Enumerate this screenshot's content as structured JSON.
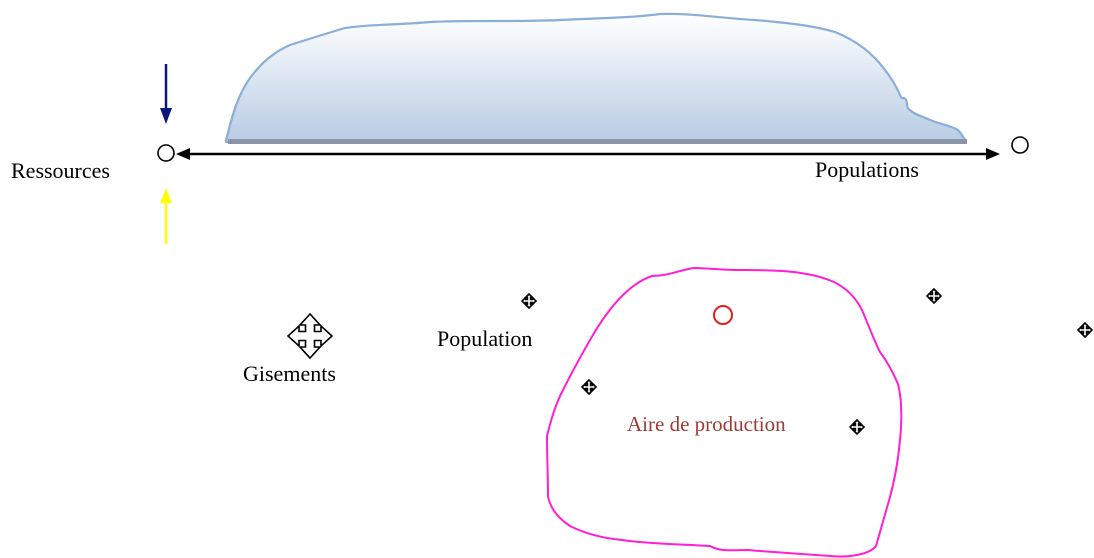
{
  "labels": {
    "ressources": "Ressources",
    "populations": "Populations",
    "gisements": "Gisements",
    "population": "Population",
    "aire_de_production": "Aire de production"
  },
  "colors": {
    "arrow_down": "#0b1a78",
    "arrow_up": "#ffff00",
    "zone_outline": "#ff1fd4",
    "center_marker": "#e0201c",
    "aire_label": "#9a3b38",
    "mound_fill_top": "#ffffff",
    "mound_fill_bottom": "#b8cce4",
    "mound_stroke": "#8aaed8",
    "mound_base": "#8a96a8"
  },
  "icons": {
    "gisements": "move-cross-icon",
    "population_markers": "move-cross-icon"
  }
}
